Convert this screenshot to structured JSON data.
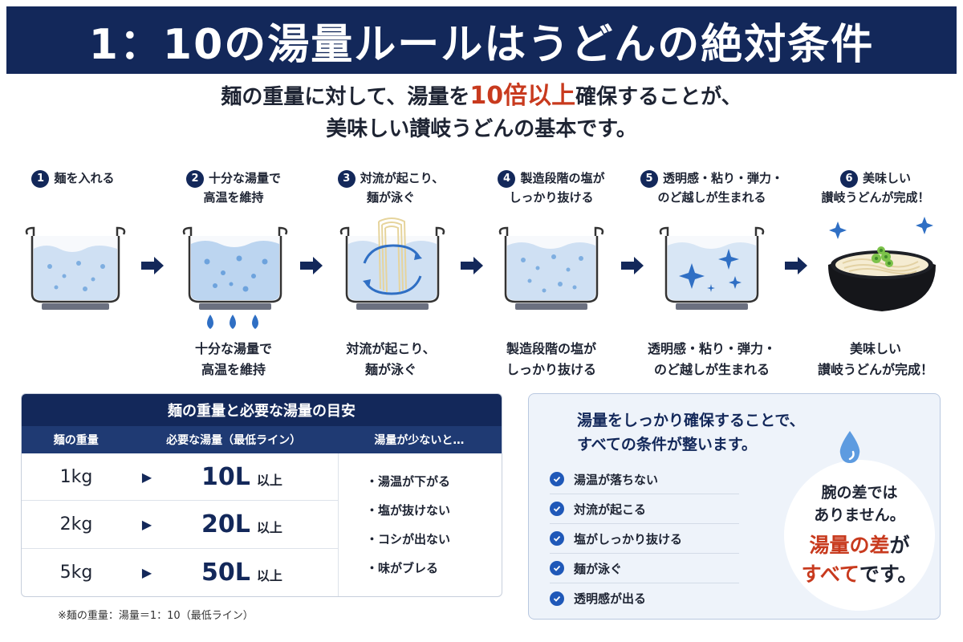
{
  "header": {
    "title": "1：10の湯量ルールはうどんの絶対条件"
  },
  "subtitle": {
    "line1_a": "麺の重量に対して、湯量を",
    "line1_highlight": "10倍以上",
    "line1_b": "確保することが、",
    "line2": "美味しい讃岐うどんの基本です。"
  },
  "steps": [
    {
      "num": "1",
      "head": [
        "麺を入れる"
      ],
      "foot": []
    },
    {
      "num": "2",
      "head": [
        "十分な湯量で",
        "高温を維持"
      ],
      "foot": [
        "十分な湯量で",
        "高温を維持"
      ]
    },
    {
      "num": "3",
      "head": [
        "対流が起こり、",
        "麺が泳ぐ"
      ],
      "foot": [
        "対流が起こり、",
        "麺が泳ぐ"
      ]
    },
    {
      "num": "4",
      "head": [
        "製造段階の塩が",
        "しっかり抜ける"
      ],
      "foot": [
        "製造段階の塩が",
        "しっかり抜ける"
      ]
    },
    {
      "num": "5",
      "head": [
        "透明感・粘り・弾力・",
        "のど越しが生まれる"
      ],
      "foot": [
        "透明感・粘り・弾力・",
        "のど越しが生まれる"
      ]
    },
    {
      "num": "6",
      "head": [
        "美味しい",
        "讃岐うどんが完成！"
      ],
      "foot": [
        "美味しい",
        "讃岐うどんが完成！"
      ]
    }
  ],
  "table": {
    "title": "麺の重量と必要な湯量の目安",
    "headers": [
      "麺の重量",
      "必要な湯量（最低ライン）",
      "湯量が少ないと…"
    ],
    "rows": [
      {
        "weight": "1kg",
        "volume": "10L",
        "suffix": "以上"
      },
      {
        "weight": "2kg",
        "volume": "20L",
        "suffix": "以上"
      },
      {
        "weight": "5kg",
        "volume": "50L",
        "suffix": "以上"
      }
    ],
    "effects": [
      "・湯温が下がる",
      "・塩が抜けない",
      "・コシが出ない",
      "・味がブレる"
    ],
    "note": "※麺の重量：湯量＝1：10（最低ライン）"
  },
  "conditions": {
    "title_lines": [
      "湯量をしっかり確保することで、",
      "すべての条件が整います。"
    ],
    "items": [
      "湯温が落ちない",
      "対流が起こる",
      "塩がしっかり抜ける",
      "麺が泳ぐ",
      "透明感が出る"
    ],
    "message_l1": "腕の差では",
    "message_l2": "ありません。",
    "message_l3_red": "湯量の差",
    "message_l3": "が",
    "message_l4_red": "すべて",
    "message_l4": "です。"
  },
  "colors": {
    "navy": "#13285a",
    "accent_red": "#c83a1e",
    "water": "#cfe0f3",
    "check_blue": "#1f58b8"
  }
}
